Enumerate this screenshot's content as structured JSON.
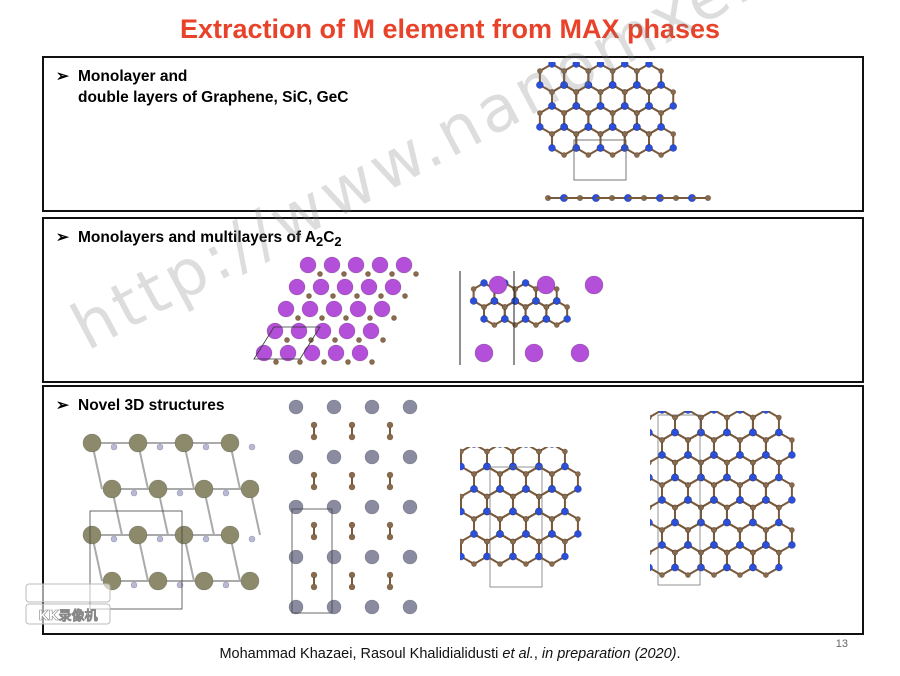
{
  "slide": {
    "title": "Extraction of M element from MAX phases",
    "bullet_marker": "➢",
    "panel1": {
      "line1": "Monolayer and",
      "line2": "double layers of Graphene, SiC, GeC"
    },
    "panel2": {
      "text_main": "Monolayers and multilayers of A",
      "sub1": "2",
      "text_c": "C",
      "sub2": "2"
    },
    "panel3": {
      "text": "Novel 3D structures"
    },
    "footer": {
      "authors": "Mohammad Khazaei, Rasoul Khalidialidusti ",
      "etal": "et al.",
      "sep": ", ",
      "status": "in preparation (2020)",
      "end": "."
    },
    "page_number": "13",
    "watermark": "http://www.nanomxenes.com",
    "recorder_logo": "KK录像机"
  },
  "colors": {
    "title": "#e8432a",
    "carbon_atom": "#8a6a4a",
    "blue_atom": "#2b4fd8",
    "purple_atom": "#b34fd8",
    "grey_atom": "#8a8aa0",
    "olive_atom": "#8c8a6a"
  }
}
